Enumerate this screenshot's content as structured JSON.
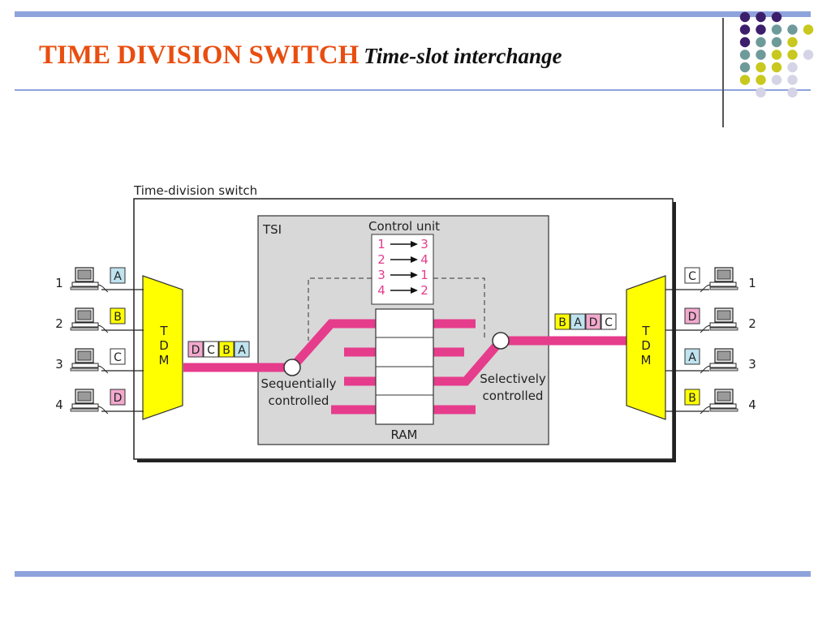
{
  "slide": {
    "title_main": "TIME DIVISION SWITCH",
    "title_sub": "Time-slot interchange"
  },
  "colors": {
    "accent_bar": "#8ea3dc",
    "title_red": "#e84e10",
    "pink_line": "#e63c8c",
    "tdm_yellow": "#ffff00",
    "slot_blue": "#bfe3ef",
    "slot_yellow": "#ffff00",
    "slot_pink": "#f2a9cd",
    "slot_white": "#ffffff",
    "dot_purple": "#3d1e6d",
    "dot_teal": "#6f9a9a",
    "dot_olive": "#c8c81e",
    "dot_lilac": "#d4d4e6"
  },
  "diagram": {
    "outer_label": "Time-division switch",
    "tsi_label": "TSI",
    "control_unit_label": "Control unit",
    "control_map": [
      {
        "from": "1",
        "to": "3"
      },
      {
        "from": "2",
        "to": "4"
      },
      {
        "from": "3",
        "to": "1"
      },
      {
        "from": "4",
        "to": "2"
      }
    ],
    "ram_label": "RAM",
    "sequential_label_1": "Sequentially",
    "sequential_label_2": "controlled",
    "selective_label_1": "Selectively",
    "selective_label_2": "controlled",
    "tdm_left": [
      "T",
      "D",
      "M"
    ],
    "tdm_right": [
      "T",
      "D",
      "M"
    ],
    "left_stations": [
      {
        "num": "1",
        "slot": "A"
      },
      {
        "num": "2",
        "slot": "B"
      },
      {
        "num": "3",
        "slot": "C"
      },
      {
        "num": "4",
        "slot": "D"
      }
    ],
    "right_stations": [
      {
        "num": "1",
        "slot": "C"
      },
      {
        "num": "2",
        "slot": "D"
      },
      {
        "num": "3",
        "slot": "A"
      },
      {
        "num": "4",
        "slot": "B"
      }
    ],
    "input_frame": [
      "D",
      "C",
      "B",
      "A"
    ],
    "output_frame": [
      "B",
      "A",
      "D",
      "C"
    ]
  }
}
